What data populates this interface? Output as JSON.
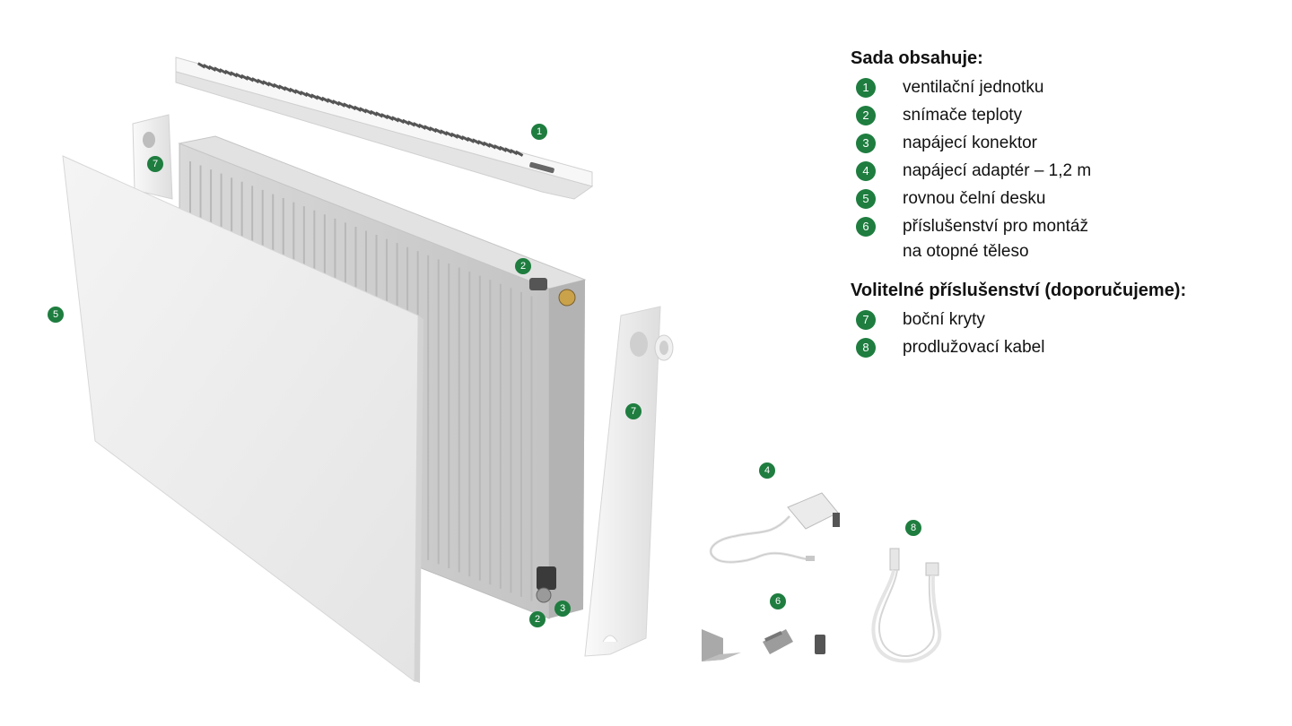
{
  "colors": {
    "badge": "#1e7d3f",
    "text": "#111111",
    "background": "#ffffff"
  },
  "legend": {
    "title": "Sada obsahuje:",
    "items": [
      {
        "num": "1",
        "lines": [
          "ventilační jednotku"
        ]
      },
      {
        "num": "2",
        "lines": [
          "snímače teploty"
        ]
      },
      {
        "num": "3",
        "lines": [
          "napájecí konektor"
        ]
      },
      {
        "num": "4",
        "lines": [
          "napájecí adaptér – 1,2 m"
        ]
      },
      {
        "num": "5",
        "lines": [
          "rovnou čelní desku"
        ]
      },
      {
        "num": "6",
        "lines": [
          "příslušenství pro montáž",
          "na otopné těleso"
        ]
      }
    ]
  },
  "optional": {
    "title": "Volitelné příslušenství (doporučujeme):",
    "items": [
      {
        "num": "7",
        "lines": [
          "boční kryty"
        ]
      },
      {
        "num": "8",
        "lines": [
          "prodlužovací kabel"
        ]
      }
    ]
  },
  "badges": {
    "ventilation_unit": "1",
    "sensor_top": "2",
    "sensor_bottom": "2",
    "connector": "3",
    "adapter": "4",
    "front_panel": "5",
    "mounting_kit": "6",
    "side_cover_left": "7",
    "side_cover_right": "7",
    "extension_cable": "8"
  }
}
